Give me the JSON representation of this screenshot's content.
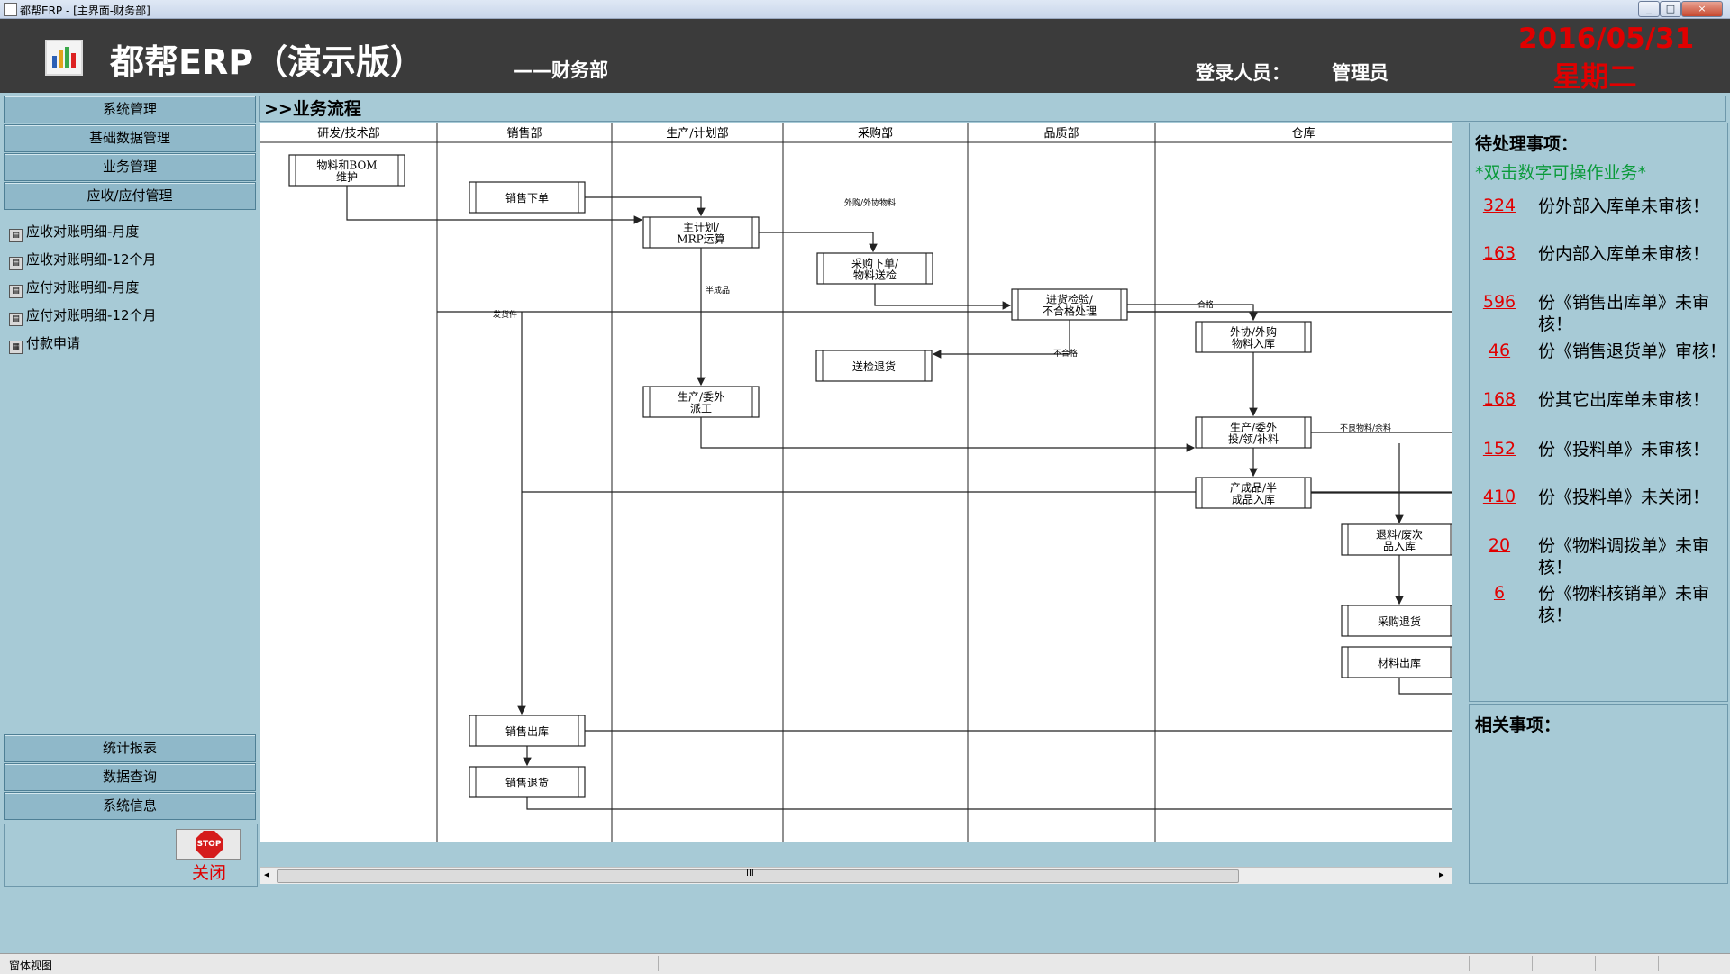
{
  "window": {
    "title": "都帮ERP - [主界面-财务部]",
    "controls": [
      "_",
      "□",
      "×"
    ]
  },
  "header": {
    "app_title": "都帮ERP（演示版）",
    "department": "——财务部",
    "login_label": "登录人员：",
    "login_user": "管理员",
    "date": "2016/05/31",
    "weekday": "星期二"
  },
  "sidebar": {
    "top_menu": [
      {
        "label": "系统管理"
      },
      {
        "label": "基础数据管理"
      },
      {
        "label": "业务管理"
      },
      {
        "label": "应收/应付管理"
      }
    ],
    "sub_items": [
      {
        "label": "应收对账明细-月度",
        "icon": "report-icon"
      },
      {
        "label": "应收对账明细-12个月",
        "icon": "report-icon"
      },
      {
        "label": "应付对账明细-月度",
        "icon": "report-icon"
      },
      {
        "label": "应付对账明细-12个月",
        "icon": "report-icon"
      },
      {
        "label": "付款申请",
        "icon": "form-icon"
      }
    ],
    "bottom_menu": [
      {
        "label": "统计报表"
      },
      {
        "label": "数据查询"
      },
      {
        "label": "系统信息"
      }
    ],
    "stop_icon_text": "STOP",
    "close_label": "关闭"
  },
  "main": {
    "panel_title": ">>业务流程",
    "scroll_thumb_glyph": "III",
    "flow": {
      "lanes": [
        "研发/技术部",
        "销售部",
        "生产/计划部",
        "采购部",
        "品质部",
        "仓库"
      ],
      "boxes": [
        {
          "id": "bom",
          "lines": [
            "物料和BOM",
            "维护"
          ]
        },
        {
          "id": "sale_order",
          "lines": [
            "销售下单"
          ]
        },
        {
          "id": "mrp",
          "lines": [
            "主计划/",
            "MRP运算"
          ]
        },
        {
          "id": "purchase",
          "lines": [
            "采购下单/",
            "物料送检"
          ]
        },
        {
          "id": "inspect",
          "lines": [
            "进货检验/",
            "不合格处理"
          ]
        },
        {
          "id": "outsource_in",
          "lines": [
            "外协/外购",
            "物料入库"
          ]
        },
        {
          "id": "return_inspect",
          "lines": [
            "送检退货"
          ]
        },
        {
          "id": "dispatch",
          "lines": [
            "生产/委外",
            "派工"
          ]
        },
        {
          "id": "issue",
          "lines": [
            "生产/委外",
            "投/领/补料"
          ]
        },
        {
          "id": "product_in",
          "lines": [
            "产成品/半",
            "成品入库"
          ]
        },
        {
          "id": "scrap_in",
          "lines": [
            "退料/废次",
            "品入库"
          ]
        },
        {
          "id": "purchase_return",
          "lines": [
            "采购退货"
          ]
        },
        {
          "id": "material_out",
          "lines": [
            "材料出库"
          ]
        },
        {
          "id": "sale_out",
          "lines": [
            "销售出库"
          ]
        },
        {
          "id": "sale_return",
          "lines": [
            "销售退货"
          ]
        }
      ],
      "edge_labels": {
        "outsource": "外购/外协物料",
        "pass": "合格",
        "fail": "不合格",
        "semi": "半成品",
        "ship": "发货件",
        "defect": "不良物料/余料"
      }
    }
  },
  "pending": {
    "title": "待处理事项：",
    "hint": "*双击数字可操作业务*",
    "tasks": [
      {
        "count": "324",
        "text": "份外部入库单未审核！"
      },
      {
        "count": "163",
        "text": "份内部入库单未审核！"
      },
      {
        "count": "596",
        "text": "份《销售出库单》未审核！"
      },
      {
        "count": "46",
        "text": "份《销售退货单》审核！"
      },
      {
        "count": "168",
        "text": "份其它出库单未审核！"
      },
      {
        "count": "152",
        "text": "份《投料单》未审核！"
      },
      {
        "count": "410",
        "text": "份《投料单》未关闭！"
      },
      {
        "count": "20",
        "text": "份《物料调拨单》未审核！"
      },
      {
        "count": "6",
        "text": "份《物料核销单》未审核！"
      }
    ]
  },
  "related": {
    "title": "相关事项："
  },
  "statusbar": {
    "text": "窗体视图"
  },
  "colors": {
    "header_bg": "#3b3b3b",
    "body_bg": "#a7cad6",
    "menu_button": "#8fb8c9",
    "accent_red": "#e00000",
    "hint_green": "#0a9a3a"
  }
}
